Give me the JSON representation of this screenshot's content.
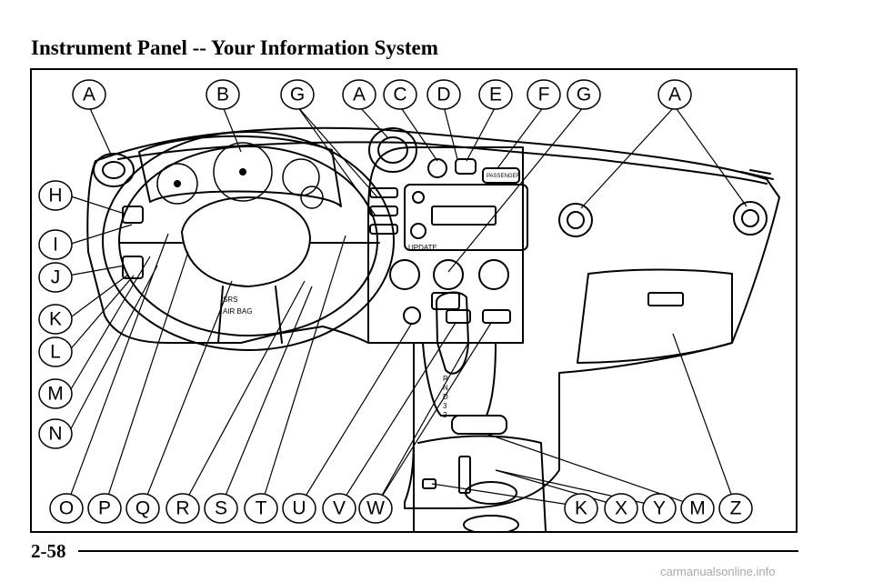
{
  "page": {
    "title": "Instrument Panel -- Your Information System",
    "page_number": "2-58",
    "watermark": "carmanualsonline.info"
  },
  "figure": {
    "callouts_top": [
      "A",
      "B",
      "G",
      "A",
      "C",
      "D",
      "E",
      "F",
      "G",
      "A"
    ],
    "callouts_left": [
      "H",
      "I",
      "J",
      "K",
      "L",
      "M",
      "N"
    ],
    "callouts_bottom": [
      "O",
      "P",
      "Q",
      "R",
      "S",
      "T",
      "U",
      "V",
      "W",
      "K",
      "X",
      "Y",
      "M",
      "Z"
    ],
    "panel_labels": {
      "srs": "SRS",
      "air_bag": "AIR BAG",
      "update": "UPDATE",
      "passenger": "PASSENGER",
      "gear_letters": [
        "R",
        "N",
        "D",
        "3",
        "2"
      ]
    }
  }
}
